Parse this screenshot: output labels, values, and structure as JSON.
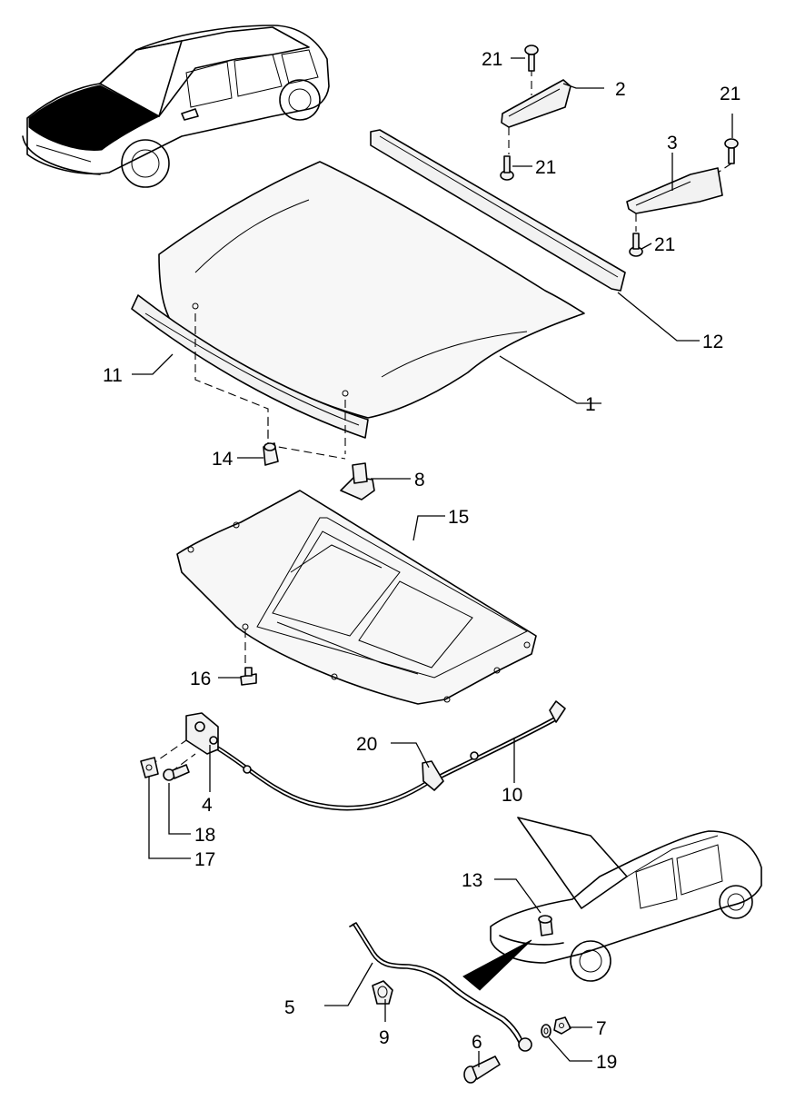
{
  "diagram": {
    "callouts": [
      {
        "id": "c1",
        "text": "1"
      },
      {
        "id": "c2",
        "text": "2"
      },
      {
        "id": "c3",
        "text": "3"
      },
      {
        "id": "c4",
        "text": "4"
      },
      {
        "id": "c5",
        "text": "5"
      },
      {
        "id": "c6",
        "text": "6"
      },
      {
        "id": "c7",
        "text": "7"
      },
      {
        "id": "c8",
        "text": "8"
      },
      {
        "id": "c9",
        "text": "9"
      },
      {
        "id": "c10",
        "text": "10"
      },
      {
        "id": "c11",
        "text": "11"
      },
      {
        "id": "c12",
        "text": "12"
      },
      {
        "id": "c13",
        "text": "13"
      },
      {
        "id": "c14",
        "text": "14"
      },
      {
        "id": "c15",
        "text": "15"
      },
      {
        "id": "c16",
        "text": "16"
      },
      {
        "id": "c17",
        "text": "17"
      },
      {
        "id": "c18",
        "text": "18"
      },
      {
        "id": "c19",
        "text": "19"
      },
      {
        "id": "c20",
        "text": "20"
      },
      {
        "id": "c21a",
        "text": "21"
      },
      {
        "id": "c21b",
        "text": "21"
      },
      {
        "id": "c21c",
        "text": "21"
      },
      {
        "id": "c21d",
        "text": "21"
      }
    ]
  }
}
